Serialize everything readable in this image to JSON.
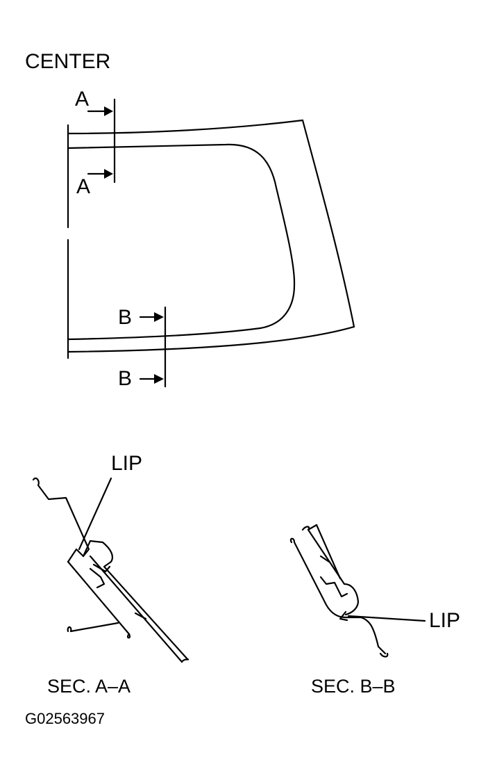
{
  "labels": {
    "center": "CENTER",
    "section_a_marker": "A",
    "section_b_marker": "B",
    "lip": "LIP",
    "sec_aa": "SEC. A–A",
    "sec_bb": "SEC. B–B",
    "figure_code": "G02563967"
  },
  "colors": {
    "ink": "#000000",
    "paper": "#ffffff"
  }
}
